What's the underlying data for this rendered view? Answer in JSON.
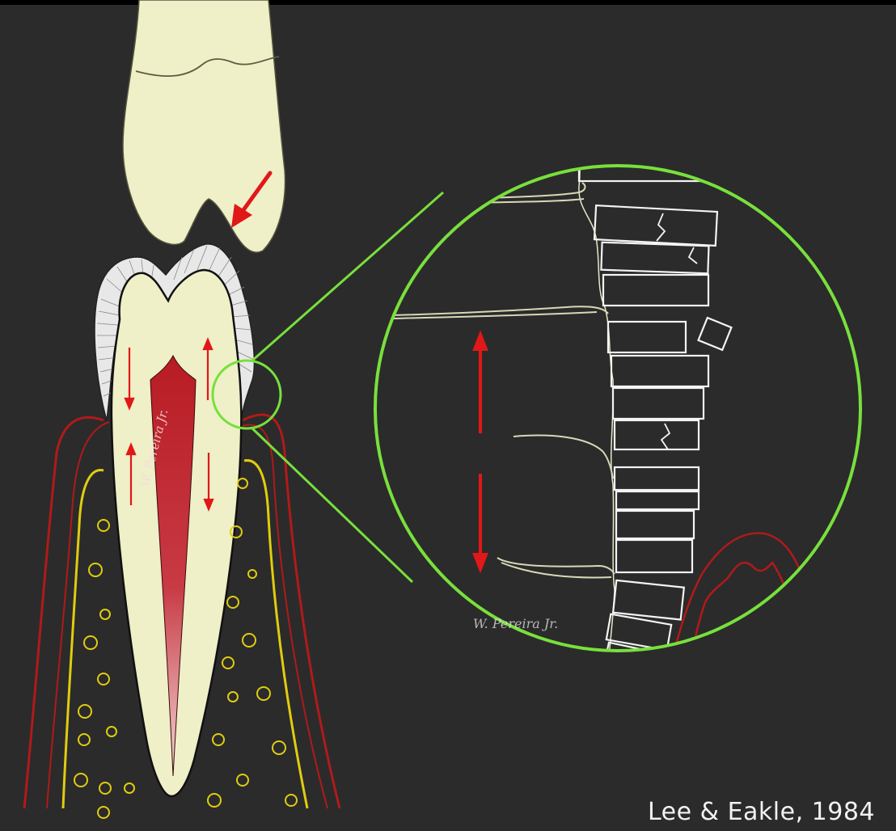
{
  "figure": {
    "citation": "Lee & Eakle, 1984",
    "watermark_tooth": "W. Pereira Jr.",
    "watermark_zoom": "W. Pereira Jr."
  },
  "colors": {
    "background": "#2b2b2b",
    "tooth_fill": "#efefc8",
    "enamel_fill": "#e8e8e8",
    "pulp": "#b81c24",
    "gingiva_red": "#b01a1a",
    "bone_yellow": "#e0cc10",
    "zoom_circle": "#78e03c",
    "stress_arrow": "#e01818",
    "enamel_prism_white": "#f4f4f4",
    "collagen_fibers": "#d8d8b8"
  },
  "icons": {
    "force_arrow": "arrow-down-left-icon",
    "stress_arrows": "double-arrow-vertical-icon"
  }
}
